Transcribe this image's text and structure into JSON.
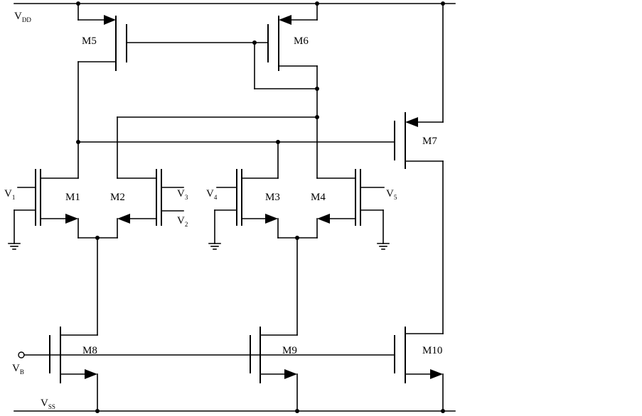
{
  "labels": {
    "vdd": {
      "main": "V",
      "sub": "DD"
    },
    "vss": {
      "main": "V",
      "sub": "SS"
    },
    "vb": {
      "main": "V",
      "sub": "B"
    },
    "v1": {
      "main": "V",
      "sub": "1"
    },
    "v2": {
      "main": "V",
      "sub": "2"
    },
    "v3": {
      "main": "V",
      "sub": "3"
    },
    "v4": {
      "main": "V",
      "sub": "4"
    },
    "v5": {
      "main": "V",
      "sub": "5"
    }
  },
  "transistors": {
    "m1": "M1",
    "m2": "M2",
    "m3": "M3",
    "m4": "M4",
    "m5": "M5",
    "m6": "M6",
    "m7": "M7",
    "m8": "M8",
    "m9": "M9",
    "m10": "M10"
  }
}
